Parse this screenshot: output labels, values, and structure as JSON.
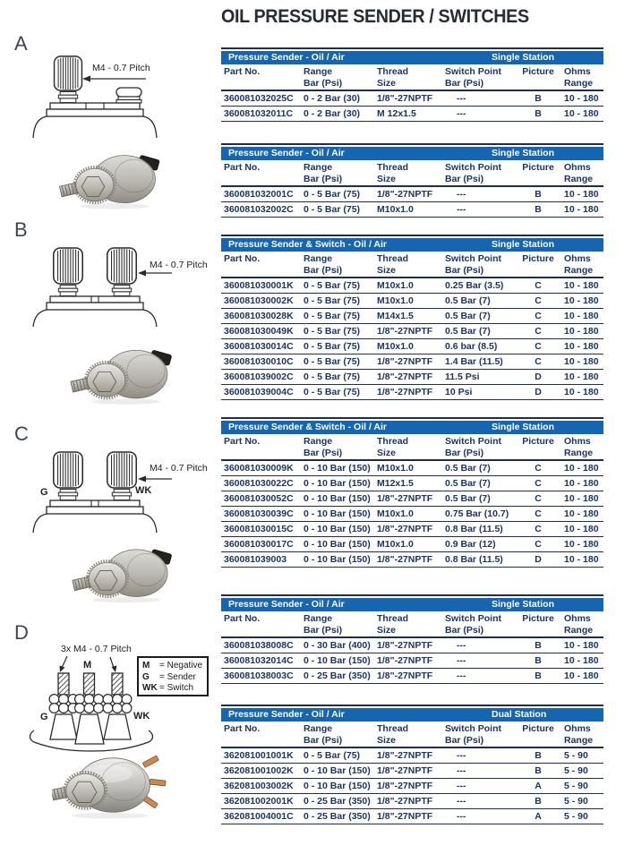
{
  "title": "OIL PRESSURE SENDER / SWITCHES",
  "colors": {
    "title_ink": "#272c34",
    "table_blue": "#1565b0",
    "table_ink": "#1c3460",
    "rule_ink": "#1e2c4e"
  },
  "columns": [
    {
      "line1": "Part No.",
      "line2": ""
    },
    {
      "line1": "Range",
      "line2": "Bar (Psi)"
    },
    {
      "line1": "Thread",
      "line2": "Size"
    },
    {
      "line1": "Switch Point",
      "line2": "Bar (Psi)"
    },
    {
      "line1": "Picture",
      "line2": ""
    },
    {
      "line1": "Ohms",
      "line2": "Range"
    }
  ],
  "tables": [
    {
      "category": "Pressure Sender - Oil / Air",
      "station": "Single Station",
      "rows": [
        [
          "360081032025C",
          "0 - 2 Bar (30)",
          "1/8\"-27NPTF",
          "---",
          "B",
          "10 - 180"
        ],
        [
          "360081032011C",
          "0 - 2 Bar (30)",
          "M 12x1.5",
          "---",
          "B",
          "10 - 180"
        ]
      ]
    },
    {
      "category": "Pressure Sender - Oil / Air",
      "station": "Single Station",
      "rows": [
        [
          "360081032001C",
          "0 - 5 Bar (75)",
          "1/8\"-27NPTF",
          "---",
          "B",
          "10 - 180"
        ],
        [
          "360081032002C",
          "0 - 5 Bar (75)",
          "M10x1.0",
          "---",
          "B",
          "10 - 180"
        ]
      ]
    },
    {
      "category": "Pressure Sender & Switch - Oil / Air",
      "station": "Single Station",
      "rows": [
        [
          "360081030001K",
          "0 - 5 Bar (75)",
          "M10x1.0",
          "0.25 Bar (3.5)",
          "C",
          "10 - 180"
        ],
        [
          "360081030002K",
          "0 - 5 Bar (75)",
          "M10x1.0",
          "0.5 Bar (7)",
          "C",
          "10 - 180"
        ],
        [
          "360081030028K",
          "0 - 5 Bar (75)",
          "M14x1.5",
          "0.5 Bar (7)",
          "C",
          "10 - 180"
        ],
        [
          "360081030049K",
          "0 - 5 Bar (75)",
          "1/8\"-27NPTF",
          "0.5 Bar (7)",
          "C",
          "10 - 180"
        ],
        [
          "360081030014C",
          "0 - 5 Bar (75)",
          "M10x1.0",
          "0.6 bar (8.5)",
          "C",
          "10 - 180"
        ],
        [
          "360081030010C",
          "0 - 5 Bar (75)",
          "1/8\"-27NPTF",
          "1.4 Bar (11.5)",
          "C",
          "10 - 180"
        ],
        [
          "360081039002C",
          "0 - 5 Bar (75)",
          "1/8\"-27NPTF",
          "11.5 Psi",
          "D",
          "10 - 180"
        ],
        [
          "360081039004C",
          "0 - 5 Bar (75)",
          "1/8\"-27NPTF",
          "10 Psi",
          "D",
          "10 - 180"
        ]
      ]
    },
    {
      "category": "Pressure Sender & Switch - Oil / Air",
      "station": "Single Station",
      "rows": [
        [
          "360081030009K",
          "0 - 10 Bar (150)",
          "M10x1.0",
          "0.5 Bar (7)",
          "C",
          "10 - 180"
        ],
        [
          "360081030022C",
          "0 - 10 Bar (150)",
          "M12x1.5",
          "0.5 Bar (7)",
          "C",
          "10 - 180"
        ],
        [
          "360081030052C",
          "0 - 10 Bar (150)",
          "1/8\"-27NPTF",
          "0.5 Bar (7)",
          "C",
          "10 - 180"
        ],
        [
          "360081030039C",
          "0 - 10 Bar (150)",
          "M10x1.0",
          "0.75 Bar (10.7)",
          "C",
          "10 - 180"
        ],
        [
          "360081030015C",
          "0 - 10 Bar (150)",
          "1/8\"-27NPTF",
          "0.8 Bar (11.5)",
          "C",
          "10 - 180"
        ],
        [
          "360081030017C",
          "0 - 10 Bar (150)",
          "M10x1.0",
          "0.9 Bar (12)",
          "C",
          "10 - 180"
        ],
        [
          "360081039003",
          "0 - 10 Bar (150)",
          "1/8\"-27NPTF",
          "0.8 Bar (11.5)",
          "D",
          "10 - 180"
        ]
      ]
    },
    {
      "category": "Pressure Sender - Oil / Air",
      "station": "Single Station",
      "rows": [
        [
          "360081038008C",
          "0 - 30 Bar (400)",
          "1/8\"-27NPTF",
          "---",
          "B",
          "10 - 180"
        ],
        [
          "360081032014C",
          "0 - 10 Bar (150)",
          "1/8\"-27NPTF",
          "---",
          "B",
          "10 - 180"
        ],
        [
          "360081038003C",
          "0 - 25 Bar (350)",
          "1/8\"-27NPTF",
          "---",
          "B",
          "10 - 180"
        ]
      ]
    },
    {
      "category": "Pressure Sender - Oil / Air",
      "station": "Dual Station",
      "rows": [
        [
          "362081001001K",
          "0 - 5 Bar (75)",
          "1/8\"-27NPTF",
          "---",
          "B",
          "5 - 90"
        ],
        [
          "362081001002K",
          "0 - 10 Bar (150)",
          "1/8\"-27NPTF",
          "---",
          "B",
          "5 - 90"
        ],
        [
          "362081003002K",
          "0 - 10 Bar (150)",
          "1/8\"-27NPTF",
          "---",
          "A",
          "5 - 90"
        ],
        [
          "362081002001K",
          "0 - 25 Bar (350)",
          "1/8\"-27NPTF",
          "---",
          "B",
          "5 - 90"
        ],
        [
          "362081004001C",
          "0 - 25 Bar (350)",
          "1/8\"-27NPTF",
          "---",
          "A",
          "5 - 90"
        ]
      ]
    }
  ],
  "sections": [
    {
      "letter": "A",
      "pitch_label": "M4 - 0.7 Pitch"
    },
    {
      "letter": "B",
      "pitch_label": "M4 - 0.7 Pitch"
    },
    {
      "letter": "C",
      "pitch_label": "M4 - 0.7 Pitch",
      "terminals": {
        "left": "G",
        "right": "WK"
      }
    },
    {
      "letter": "D",
      "pitch_label": "3x M4 - 0.7 Pitch",
      "terminals": {
        "left": "G",
        "middle": "M",
        "right": "WK"
      },
      "legend": [
        {
          "key": "M",
          "desc": "= Negative"
        },
        {
          "key": "G",
          "desc": "= Sender"
        },
        {
          "key": "WK",
          "desc": "= Switch"
        }
      ]
    }
  ]
}
